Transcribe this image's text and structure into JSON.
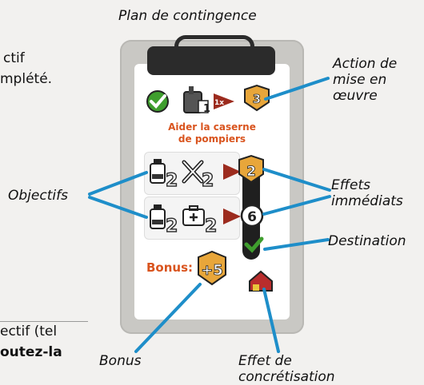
{
  "title": "Plan de contingence",
  "card": {
    "task_line1": "Aider la caserne",
    "task_line2": "de pompiers",
    "bonus_label": "Bonus:",
    "bonus_value": "+5",
    "level_top": "3",
    "level_mid": "2",
    "level_low": "6",
    "objective1_count_a": "2",
    "objective1_count_b": "2",
    "objective2_count_a": "2",
    "objective2_count_b": "2",
    "step_marker": "1x"
  },
  "callouts": {
    "action": [
      "Action de",
      "mise en",
      "œuvre"
    ],
    "effets": [
      "Effets",
      "immédiats"
    ],
    "destination": "Destination",
    "objectifs": "Objectifs",
    "bonus": "Bonus",
    "effet_conc": [
      "Effet de",
      "concrétisation"
    ]
  },
  "left_text": {
    "line1": "ctif",
    "line2": "mplété.",
    "line3": "ectif (tel",
    "line4": "outez-la"
  },
  "colors": {
    "callout_line": "#1e8ec9",
    "accent_orange": "#d9541e",
    "badge_gold": "#e8a63a",
    "check_green": "#3f9e2e"
  },
  "icons": [
    "check-icon",
    "sign-icon",
    "arrow-icon",
    "level-badge-icon",
    "oil-can-icon",
    "tools-icon",
    "medkit-icon",
    "destination-check-icon",
    "house-icon"
  ]
}
